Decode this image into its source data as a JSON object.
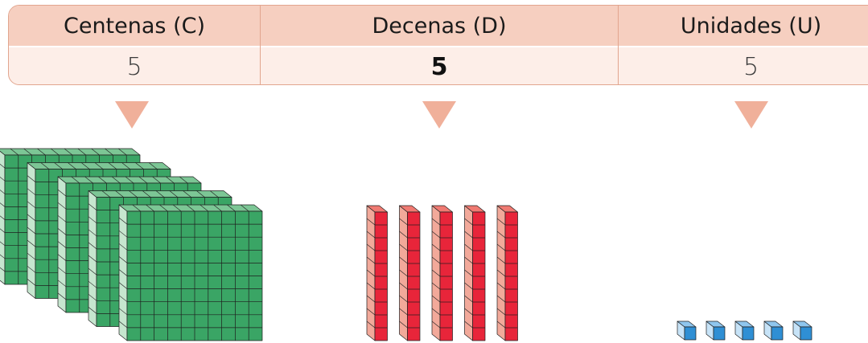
{
  "columns": [
    {
      "header": "Centenas (C)",
      "value": "5",
      "bold": false
    },
    {
      "header": "Decenas (D)",
      "value": "5",
      "bold": true
    },
    {
      "header": "Unidades (U)",
      "value": "5",
      "bold": false
    }
  ],
  "blocks": {
    "hundreds": 5,
    "tens": 5,
    "units": 5
  },
  "colors": {
    "table_border": "#e2a58e",
    "header_bg": "#f6cfc0",
    "row_bg": "#fdeee8",
    "arrow": "#f0b09a",
    "hundred_front": "#3aa565",
    "hundred_top": "#7cc695",
    "hundred_side": "#c6e6cf",
    "ten_front": "#e8253a",
    "ten_top": "#f07a72",
    "ten_side": "#f2a99a",
    "unit_front": "#2f8fd4",
    "unit_top": "#8fc6ee",
    "unit_side": "#c7e3f7"
  }
}
